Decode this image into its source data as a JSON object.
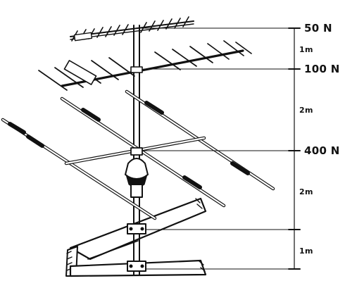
{
  "labels": {
    "load_top": "50 N",
    "load_upper": "100 N",
    "load_middle": "400 N",
    "spacing_top": "1m",
    "spacing_upper": "2m",
    "spacing_middle": "2m",
    "spacing_bottom": "1m"
  },
  "colors": {
    "ink": "#111111",
    "paper": "#ffffff"
  }
}
